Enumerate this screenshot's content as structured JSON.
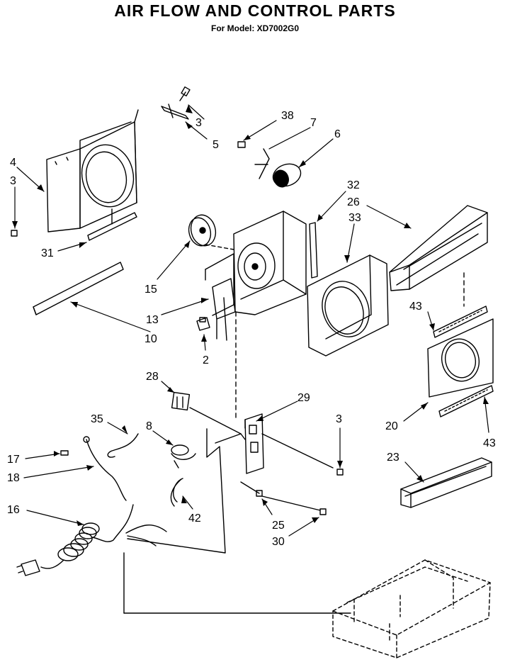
{
  "header": {
    "title": "AIR FLOW AND CONTROL PARTS",
    "subtitle": "For Model: XD7002G0"
  },
  "callouts": [
    {
      "id": "c3a",
      "text": "3"
    },
    {
      "id": "c5",
      "text": "5"
    },
    {
      "id": "c38",
      "text": "38"
    },
    {
      "id": "c7",
      "text": "7"
    },
    {
      "id": "c6",
      "text": "6"
    },
    {
      "id": "c4",
      "text": "4"
    },
    {
      "id": "c3b",
      "text": "3"
    },
    {
      "id": "c32",
      "text": "32"
    },
    {
      "id": "c26",
      "text": "26"
    },
    {
      "id": "c33",
      "text": "33"
    },
    {
      "id": "c31",
      "text": "31"
    },
    {
      "id": "c15",
      "text": "15"
    },
    {
      "id": "c13",
      "text": "13"
    },
    {
      "id": "c43a",
      "text": "43"
    },
    {
      "id": "c10",
      "text": "10"
    },
    {
      "id": "c2",
      "text": "2"
    },
    {
      "id": "c28",
      "text": "28"
    },
    {
      "id": "c29",
      "text": "29"
    },
    {
      "id": "c35",
      "text": "35"
    },
    {
      "id": "c8",
      "text": "8"
    },
    {
      "id": "c3c",
      "text": "3"
    },
    {
      "id": "c20",
      "text": "20"
    },
    {
      "id": "c43b",
      "text": "43"
    },
    {
      "id": "c17",
      "text": "17"
    },
    {
      "id": "c18",
      "text": "18"
    },
    {
      "id": "c23",
      "text": "23"
    },
    {
      "id": "c42",
      "text": "42"
    },
    {
      "id": "c16",
      "text": "16"
    },
    {
      "id": "c25",
      "text": "25"
    },
    {
      "id": "c30",
      "text": "30"
    }
  ]
}
